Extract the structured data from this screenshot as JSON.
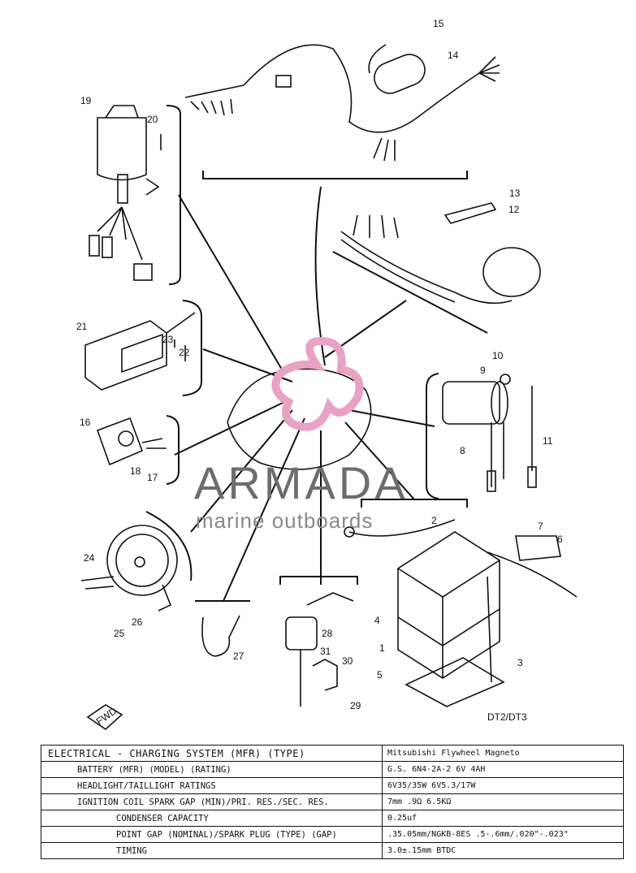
{
  "watermark": {
    "brand": "ARMADA",
    "tagline": "marine outboards",
    "color": "#e8a3c4"
  },
  "model_label": "DT2/DT3",
  "callouts": [
    "1",
    "2",
    "3",
    "4",
    "5",
    "6",
    "7",
    "8",
    "9",
    "10",
    "11",
    "12",
    "13",
    "14",
    "15",
    "16",
    "17",
    "18",
    "19",
    "20",
    "21",
    "22",
    "23",
    "24",
    "25",
    "26",
    "27",
    "28",
    "29",
    "30",
    "31"
  ],
  "fwd_label": "FWD",
  "spec_table": {
    "rows": [
      {
        "label": "ELECTRICAL  - CHARGING SYSTEM (MFR) (TYPE)",
        "value": "Mitsubishi        Flywheel Magneto"
      },
      {
        "label": "BATTERY (MFR) (MODEL) (RATING)",
        "value": "G.S. 6N4-2A-2          6V 4AH"
      },
      {
        "label": "HEADLIGHT/TAILLIGHT RATINGS",
        "value": "6V35/35W          6V5.3/17W"
      },
      {
        "label": "IGNITION COIL SPARK GAP (MIN)/PRI. RES./SEC. RES.",
        "value": "7mm          .9Ω          6.5KΩ"
      },
      {
        "label": "CONDENSER CAPACITY",
        "value": "0.25uf"
      },
      {
        "label": "POINT GAP (NOMINAL)/SPARK PLUG (TYPE) (GAP)",
        "value": ".35.05mm/NGKB-8ES .5-.6mm/.020\"-.023\""
      },
      {
        "label": "TIMING",
        "value": "3.0±.15mm BTDC"
      }
    ]
  }
}
